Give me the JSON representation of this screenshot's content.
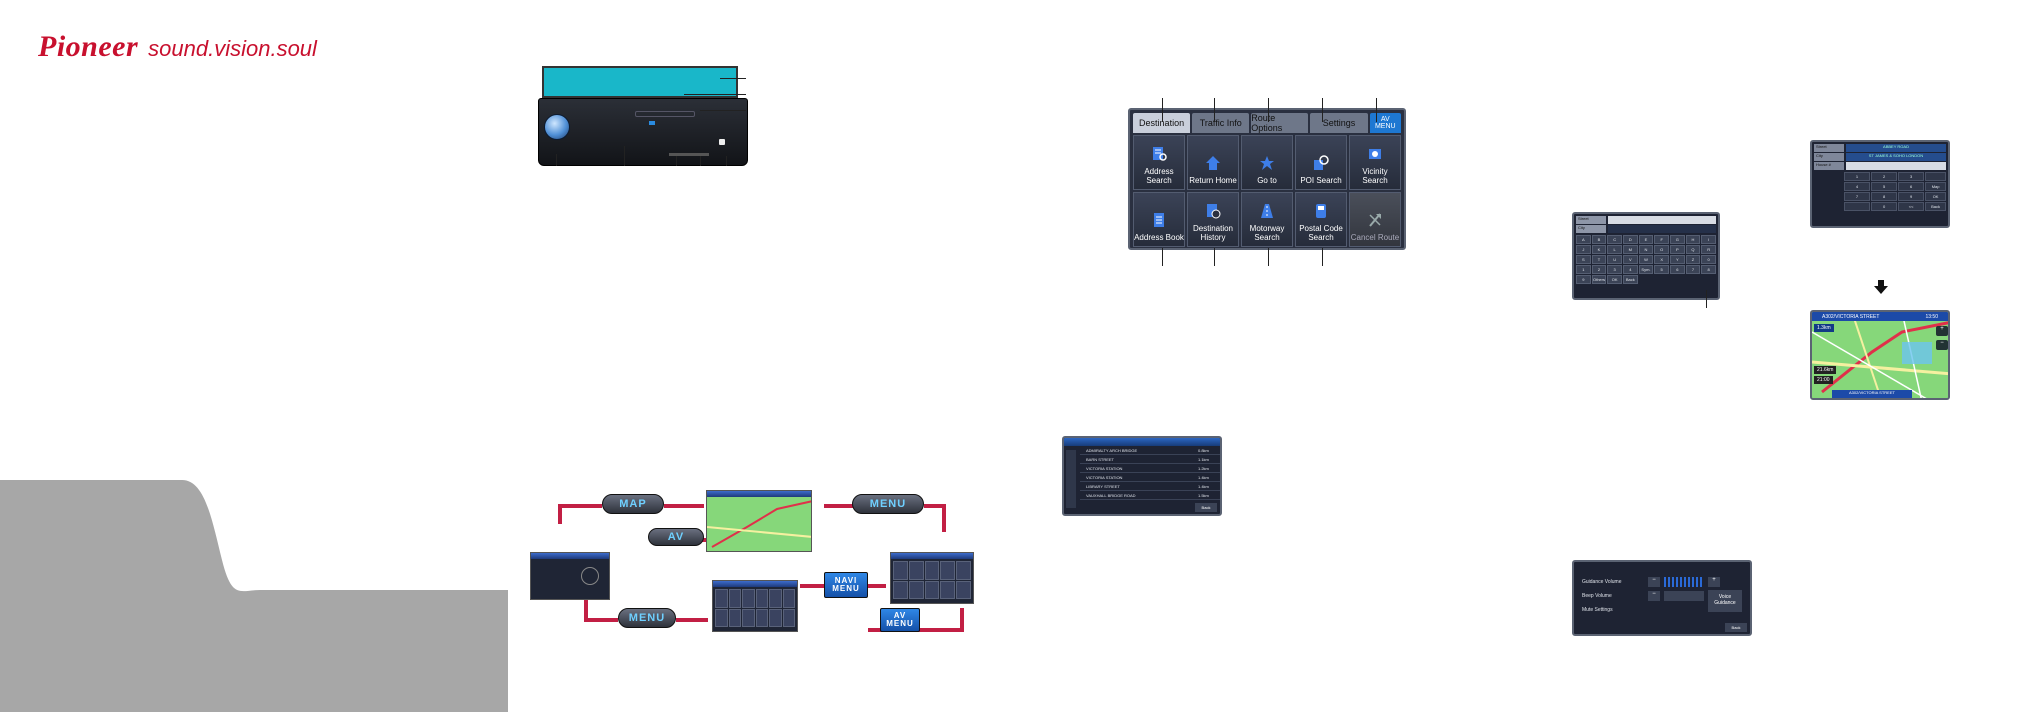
{
  "brand": {
    "name": "Pioneer",
    "tagline": "sound.vision.soul",
    "color": "#c8102e"
  },
  "nav_menu": {
    "tabs": [
      "Destination",
      "Traffic Info",
      "Route Options",
      "Settings"
    ],
    "av_tab": [
      "AV",
      "MENU"
    ],
    "items": [
      {
        "label": "Address Search",
        "icon": "address-search-icon"
      },
      {
        "label": "Return Home",
        "icon": "home-icon"
      },
      {
        "label": "Go to",
        "icon": "star-icon"
      },
      {
        "label": "POI Search",
        "icon": "poi-search-icon"
      },
      {
        "label": "Vicinity Search",
        "icon": "vicinity-search-icon"
      },
      {
        "label": "Address Book",
        "icon": "address-book-icon"
      },
      {
        "label": "Destination History",
        "icon": "history-icon"
      },
      {
        "label": "Motorway Search",
        "icon": "motorway-icon"
      },
      {
        "label": "Postal Code Search",
        "icon": "postal-code-icon"
      },
      {
        "label": "Cancel Route",
        "icon": "cancel-route-icon"
      }
    ]
  },
  "keyboard": {
    "street_label": "Street",
    "city_label": "City",
    "keys": [
      "A",
      "B",
      "C",
      "D",
      "E",
      "F",
      "G",
      "H",
      "I",
      "J",
      "K",
      "L",
      "M",
      "N",
      "O",
      "P",
      "Q",
      "R",
      "S",
      "T",
      "U",
      "V",
      "W",
      "X",
      "Y",
      "Z",
      "0",
      "1",
      "2",
      "3",
      "4",
      "Sym.",
      "5",
      "6",
      "7",
      "8",
      "9",
      "Others",
      "OK",
      "Back"
    ]
  },
  "numpad": {
    "street_label": "Street",
    "street_value": "ABBEY ROAD",
    "city_label": "City",
    "city_value": "ST JAMES & SOHO LONDON",
    "house_label": "House #",
    "keys": [
      "1",
      "2",
      "3",
      "",
      "4",
      "5",
      "6",
      "Map",
      "7",
      "8",
      "9",
      "OK",
      "",
      "0",
      "<<",
      "Back"
    ]
  },
  "map": {
    "street": "A302/VICTORIA STREET",
    "time": "13:50",
    "dist1": "1.3km",
    "dist2": "21.6km",
    "eta": "21:00"
  },
  "list": {
    "rows": [
      {
        "name": "ADMIRALTY ARCH BRIDGE",
        "dist": "0.8km"
      },
      {
        "name": "BARN STREET",
        "dist": "1.1km"
      },
      {
        "name": "VICTORIA STATION",
        "dist": "1.2km"
      },
      {
        "name": "VICTORIA STATION",
        "dist": "1.4km"
      },
      {
        "name": "LIBRARY STREET",
        "dist": "1.4km"
      },
      {
        "name": "VAUXHALL BRIDGE ROAD",
        "dist": "1.5km"
      }
    ],
    "back": "Back"
  },
  "volume": {
    "rows": [
      "Guidance Volume",
      "Beep Volume",
      "Mute Settings"
    ],
    "voice_label": "Voice Guidance",
    "back": "Back"
  },
  "flow": {
    "map_btn": "MAP",
    "av_btn": "AV",
    "menu_btn_top": "MENU",
    "menu_btn_bottom": "MENU",
    "navi_menu": [
      "NAVI",
      "MENU"
    ],
    "av_menu": [
      "AV",
      "MENU"
    ],
    "arrow_color": "#c21f44"
  }
}
